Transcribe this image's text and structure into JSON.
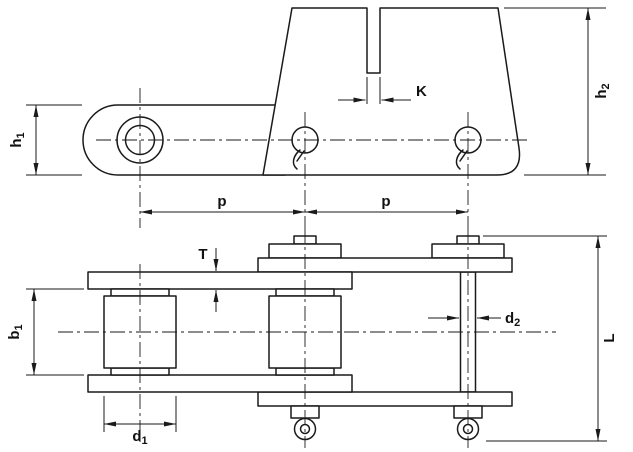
{
  "figure": {
    "background_color": "#ffffff",
    "line_color": "#1a1a1a"
  },
  "dims": {
    "h1": {
      "base": "h",
      "sub": "1"
    },
    "h2": {
      "base": "h",
      "sub": "2"
    },
    "k": {
      "base": "K"
    },
    "p_left": {
      "base": "p"
    },
    "p_right": {
      "base": "p"
    },
    "t": {
      "base": "T"
    },
    "b1": {
      "base": "b",
      "sub": "1"
    },
    "d1": {
      "base": "d",
      "sub": "1"
    },
    "d2": {
      "base": "d",
      "sub": "2"
    },
    "l": {
      "base": "L"
    }
  }
}
